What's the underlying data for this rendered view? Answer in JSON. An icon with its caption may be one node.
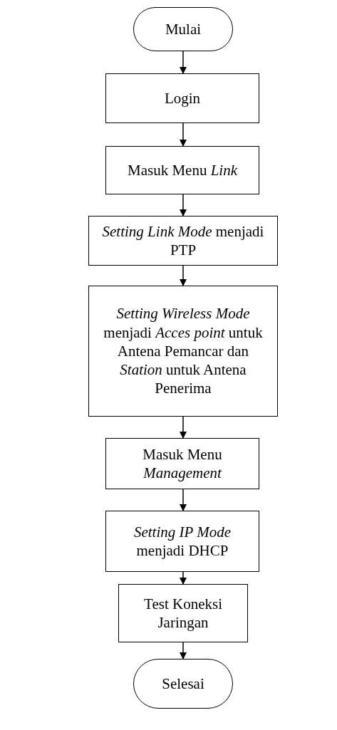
{
  "diagram": {
    "nodes": [
      {
        "text": [
          "Mulai"
        ]
      },
      {
        "text": [
          "Login"
        ]
      },
      {
        "text": [
          "Masuk Menu *Link*"
        ]
      },
      {
        "text": [
          "*Setting Link Mode* menjadi PTP"
        ]
      },
      {
        "text": [
          "*Setting Wireless Mode* menjadi *Acces point* untuk Antena Pemancar dan *Station* untuk Antena Penerima"
        ]
      },
      {
        "text": [
          "Masuk Menu *Management*"
        ]
      },
      {
        "text": [
          "*Setting IP Mode* menjadi DHCP"
        ]
      },
      {
        "text": [
          "Test Koneksi Jaringan"
        ]
      },
      {
        "text": [
          "Selesai"
        ]
      }
    ],
    "edges": [
      {
        "from": 0,
        "to": 1,
        "arrow": "to"
      },
      {
        "from": 1,
        "to": 2,
        "arrow": "to"
      },
      {
        "from": 2,
        "to": 3,
        "arrow": "to"
      },
      {
        "from": 3,
        "to": 4,
        "arrow": "to"
      },
      {
        "from": 4,
        "to": 5,
        "arrow": "to"
      },
      {
        "from": 5,
        "to": 6,
        "arrow": "to"
      },
      {
        "from": 6,
        "to": 7,
        "arrow": "to"
      },
      {
        "from": 7,
        "to": 8,
        "arrow": "to"
      }
    ]
  }
}
